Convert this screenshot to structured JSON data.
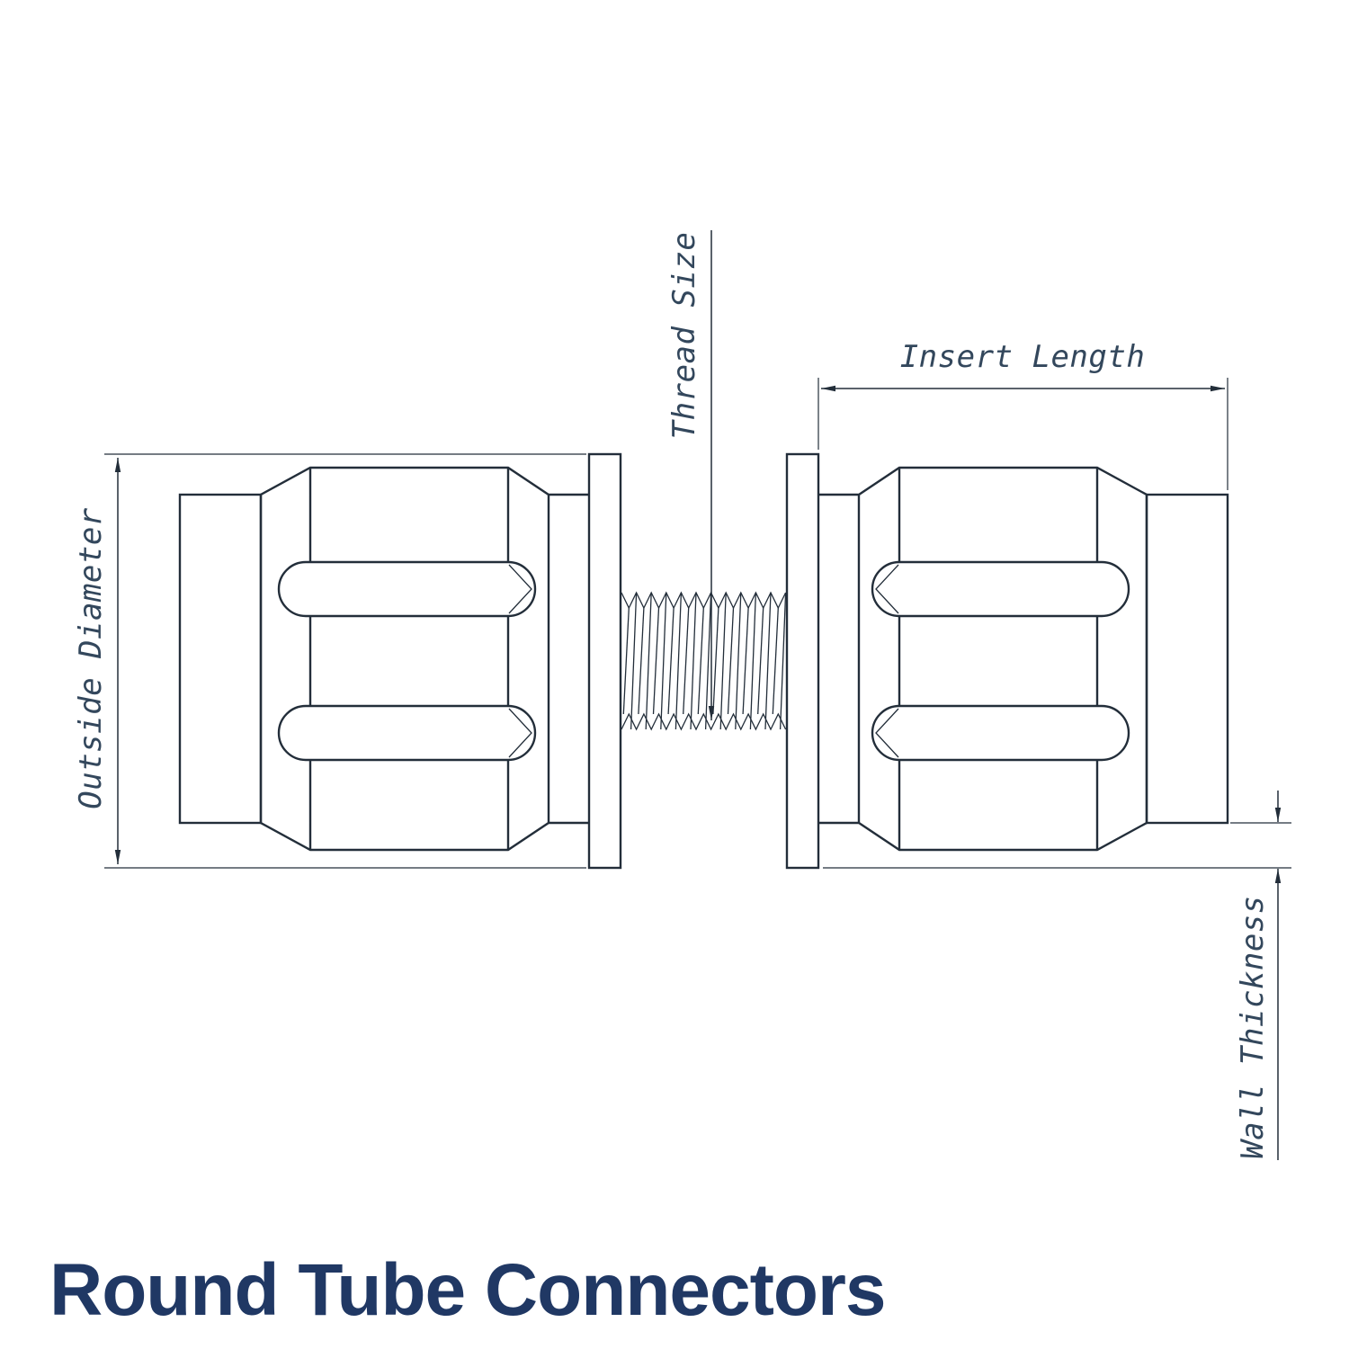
{
  "title": "Round Tube Connectors",
  "labels": {
    "outside_diameter": "Outside Diameter",
    "thread_size": "Thread Size",
    "insert_length": "Insert Length",
    "wall_thickness": "Wall Thickness"
  },
  "colors": {
    "line": "#232e3a",
    "label": "#33475c",
    "title": "#203864",
    "background": "#ffffff"
  }
}
